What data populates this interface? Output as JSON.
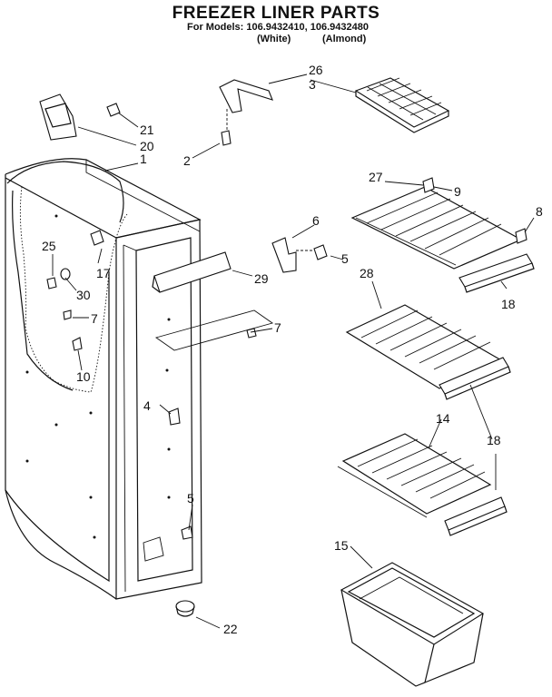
{
  "title": "FREEZER LINER PARTS",
  "models_line": "For Models: 106.9432410, 106.9432480",
  "color_white": "(White)",
  "color_almond": "(Almond)",
  "callouts": [
    "1",
    "2",
    "3",
    "4",
    "5",
    "5",
    "6",
    "7",
    "7",
    "8",
    "9",
    "10",
    "14",
    "15",
    "17",
    "18",
    "18",
    "20",
    "21",
    "22",
    "25",
    "26",
    "27",
    "28",
    "29",
    "30"
  ]
}
